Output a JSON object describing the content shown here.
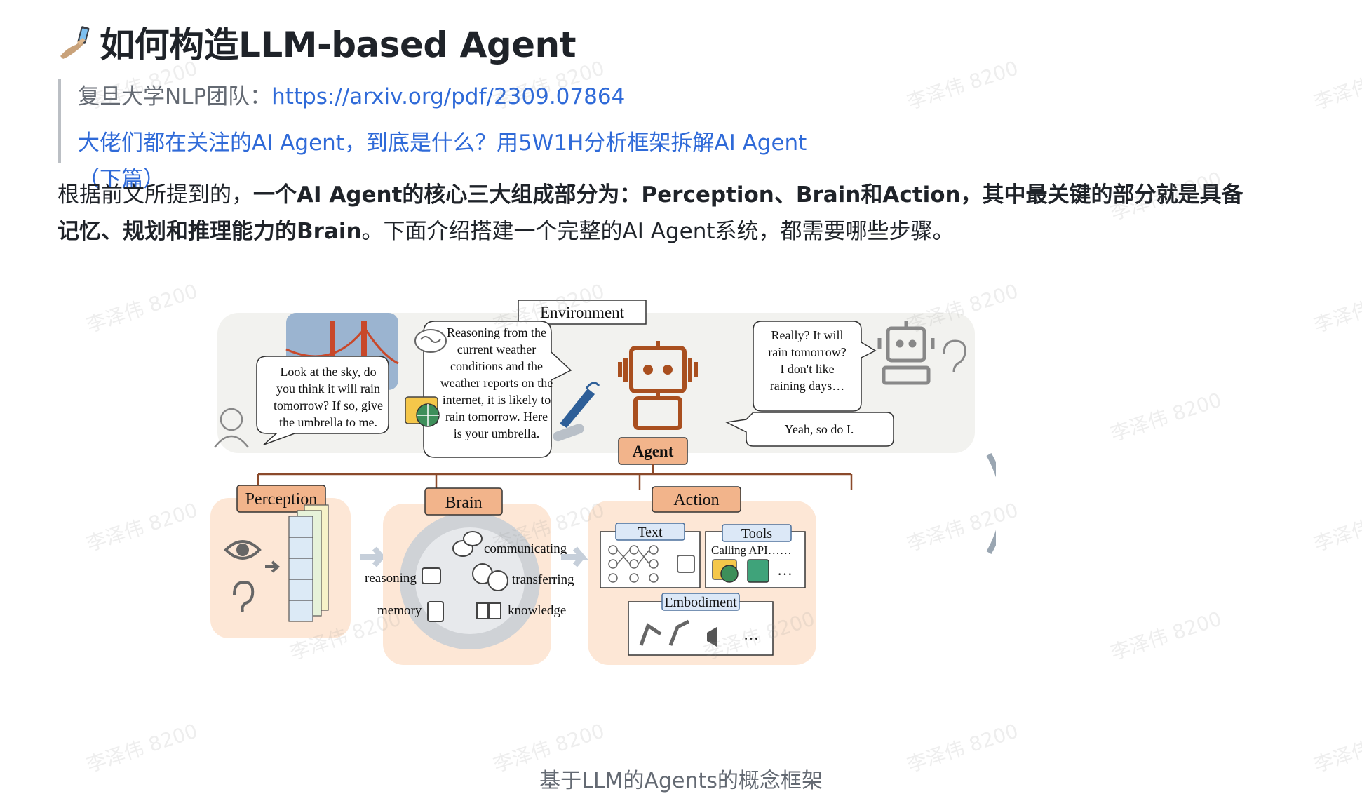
{
  "heading": {
    "emoji": "selfie-arm-icon",
    "title": "如何构造LLM-based Agent"
  },
  "quote": {
    "team_label": "复旦大学NLP团队：",
    "paper_link": "https://arxiv.org/pdf/2309.07864",
    "article_link": "大佬们都在关注的AI Agent，到底是什么？用5W1H分析框架拆解AI Agent（下篇）"
  },
  "paragraph": {
    "p1": "根据前文所提到的，",
    "b1": "一个AI Agent的核心三大组成部分为：Perception、Brain和Action，其中最关键的部分就是具备记忆、规划和推理能力的Brain",
    "p2": "。下面介绍搭建一个完整的AI Agent系统，都需要哪些步骤。"
  },
  "figure": {
    "environment": "Environment",
    "agent": "Agent",
    "human_bubble": [
      "Look at the sky, do",
      "you think it will rain",
      "tomorrow? If so, give",
      "the umbrella to me."
    ],
    "agent_bubble": [
      "Reasoning from the",
      "current weather",
      "conditions and the",
      "weather reports on the",
      "internet, it is likely to",
      "rain tomorrow. Here",
      "is your umbrella."
    ],
    "robot_bubble": [
      "Really? It will",
      "rain tomorrow?",
      "I don't like",
      "raining days…"
    ],
    "agent_reply": "Yeah, so do I.",
    "perception": "Perception",
    "brain": "Brain",
    "action": "Action",
    "brain_items": {
      "communicating": "communicating",
      "reasoning": "reasoning",
      "transferring": "transferring",
      "memory": "memory",
      "knowledge": "knowledge"
    },
    "action_text": "Text",
    "action_tools": "Tools",
    "tools_desc": "Calling API……",
    "embodiment": "Embodiment",
    "ellipsis": "…",
    "colors": {
      "peach": "#fde7d6",
      "label_fill": "#f2b48b",
      "env_bg": "#f2f2ef",
      "line": "#8b4a2b",
      "robot": "#a94f1f"
    }
  },
  "caption": "基于LLM的Agents的概念框架",
  "watermark": "李泽伟 8200"
}
